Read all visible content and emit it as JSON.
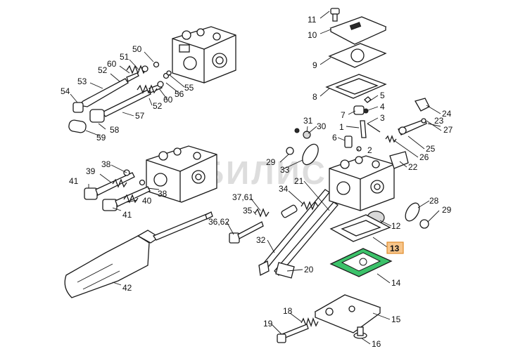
{
  "diagram": {
    "watermark": "МОБИЛИС",
    "highlight_fill": "#f7c58a",
    "highlight_stroke": "#e08b2a",
    "gasket_fill": "#3cc26a",
    "labels": [
      {
        "id": "11",
        "text": "11"
      },
      {
        "id": "10",
        "text": "10"
      },
      {
        "id": "9",
        "text": "9"
      },
      {
        "id": "8",
        "text": "8"
      },
      {
        "id": "5",
        "text": "5"
      },
      {
        "id": "4",
        "text": "4"
      },
      {
        "id": "7",
        "text": "7"
      },
      {
        "id": "3",
        "text": "3"
      },
      {
        "id": "1",
        "text": "1"
      },
      {
        "id": "6",
        "text": "6"
      },
      {
        "id": "2",
        "text": "2"
      },
      {
        "id": "31",
        "text": "31"
      },
      {
        "id": "30",
        "text": "30"
      },
      {
        "id": "29a",
        "text": "29"
      },
      {
        "id": "33",
        "text": "33"
      },
      {
        "id": "21",
        "text": "21"
      },
      {
        "id": "24",
        "text": "24"
      },
      {
        "id": "23",
        "text": "23"
      },
      {
        "id": "27",
        "text": "27"
      },
      {
        "id": "25",
        "text": "25"
      },
      {
        "id": "26",
        "text": "26"
      },
      {
        "id": "22",
        "text": "22"
      },
      {
        "id": "28",
        "text": "28"
      },
      {
        "id": "29b",
        "text": "29"
      },
      {
        "id": "12",
        "text": "12"
      },
      {
        "id": "13",
        "text": "13"
      },
      {
        "id": "14",
        "text": "14"
      },
      {
        "id": "15",
        "text": "15"
      },
      {
        "id": "16",
        "text": "16"
      },
      {
        "id": "18",
        "text": "18"
      },
      {
        "id": "19",
        "text": "19"
      },
      {
        "id": "20",
        "text": "20"
      },
      {
        "id": "32",
        "text": "32"
      },
      {
        "id": "35",
        "text": "35"
      },
      {
        "id": "3761",
        "text": "37,61"
      },
      {
        "id": "34",
        "text": "34"
      },
      {
        "id": "3662",
        "text": "36,62"
      },
      {
        "id": "42",
        "text": "42"
      },
      {
        "id": "38a",
        "text": "38"
      },
      {
        "id": "39",
        "text": "39"
      },
      {
        "id": "38b",
        "text": "38"
      },
      {
        "id": "41a",
        "text": "41"
      },
      {
        "id": "40",
        "text": "40"
      },
      {
        "id": "41b",
        "text": "41"
      },
      {
        "id": "50",
        "text": "50"
      },
      {
        "id": "51",
        "text": "51"
      },
      {
        "id": "60a",
        "text": "60"
      },
      {
        "id": "52a",
        "text": "52"
      },
      {
        "id": "53",
        "text": "53"
      },
      {
        "id": "54",
        "text": "54"
      },
      {
        "id": "55",
        "text": "55"
      },
      {
        "id": "56",
        "text": "56"
      },
      {
        "id": "60b",
        "text": "60"
      },
      {
        "id": "52b",
        "text": "52"
      },
      {
        "id": "57",
        "text": "57"
      },
      {
        "id": "58",
        "text": "58"
      },
      {
        "id": "59",
        "text": "59"
      }
    ]
  }
}
